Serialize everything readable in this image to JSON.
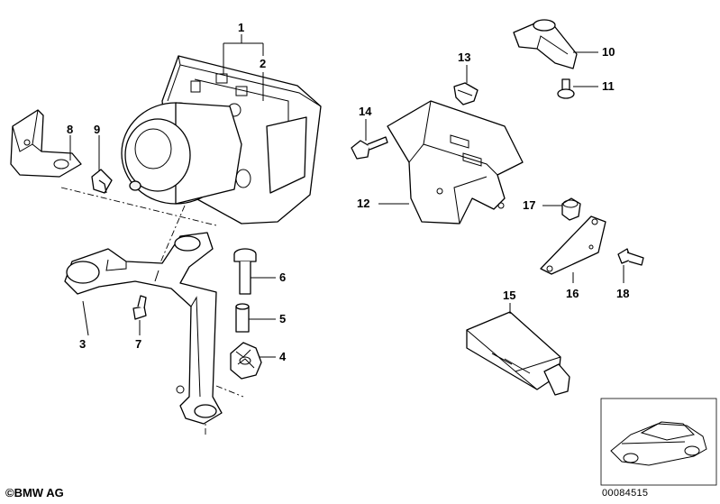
{
  "callouts": {
    "c1": "1",
    "c2": "2",
    "c3": "3",
    "c4": "4",
    "c5": "5",
    "c6": "6",
    "c7": "7",
    "c8": "8",
    "c9": "9",
    "c10": "10",
    "c11": "11",
    "c12": "12",
    "c13": "13",
    "c14": "14",
    "c15": "15",
    "c16": "16",
    "c17": "17",
    "c18": "18"
  },
  "footer": {
    "copyright": "©BMW AG",
    "diagram_number": "00084515"
  },
  "icons": {
    "thumbnail": "car-silhouette-icon"
  }
}
